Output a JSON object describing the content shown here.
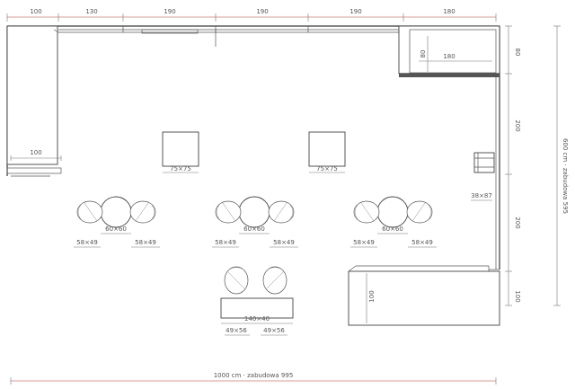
{
  "top_dims": [
    "100",
    "130",
    "190",
    "190",
    "190",
    "180"
  ],
  "right_dims": [
    "80",
    "200",
    "200",
    "100"
  ],
  "right_total": "600 cm · zabudowa 595",
  "bottom_total": "1000 cm · zabudowa 995",
  "counter_right": {
    "depth": "80",
    "width": "180"
  },
  "left_bar": "100",
  "columns": [
    "75×75",
    "75×75"
  ],
  "wall_shelf": "38×87",
  "table_groups": [
    {
      "table": "60×60",
      "chair_left": "58×49",
      "chair_right": "58×49"
    },
    {
      "table": "60×60",
      "chair_left": "58×49",
      "chair_right": "58×49"
    },
    {
      "table": "60×60",
      "chair_left": "58×49",
      "chair_right": "58×49"
    }
  ],
  "bench": {
    "size": "140×40",
    "chair_left": "49×56",
    "chair_right": "49×56"
  },
  "counter_bottom": "100"
}
